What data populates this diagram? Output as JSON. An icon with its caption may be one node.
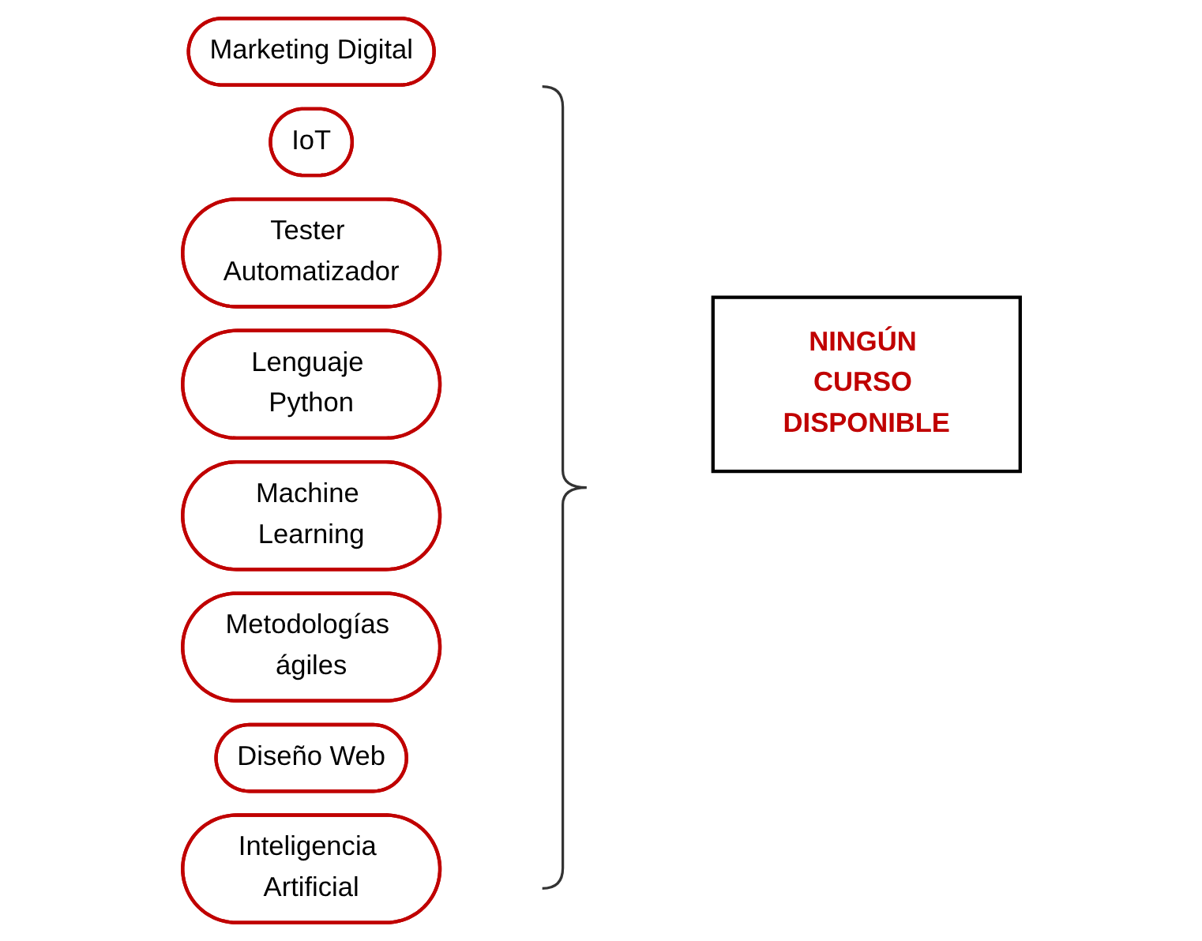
{
  "diagram": {
    "nodes": [
      {
        "text": [
          "Marketing Digital"
        ]
      },
      {
        "text": [
          "IoT"
        ]
      },
      {
        "text": [
          "Tester Automatizador"
        ]
      },
      {
        "text": [
          "Lenguaje Python"
        ]
      },
      {
        "text": [
          "Machine Learning"
        ]
      },
      {
        "text": [
          "Metodologías ágiles"
        ]
      },
      {
        "text": [
          "Diseño Web"
        ]
      },
      {
        "text": [
          "Inteligencia Artificial"
        ]
      },
      {
        "text": [
          "NINGÚN CURSO DISPONIBLE"
        ]
      }
    ],
    "edges": []
  }
}
